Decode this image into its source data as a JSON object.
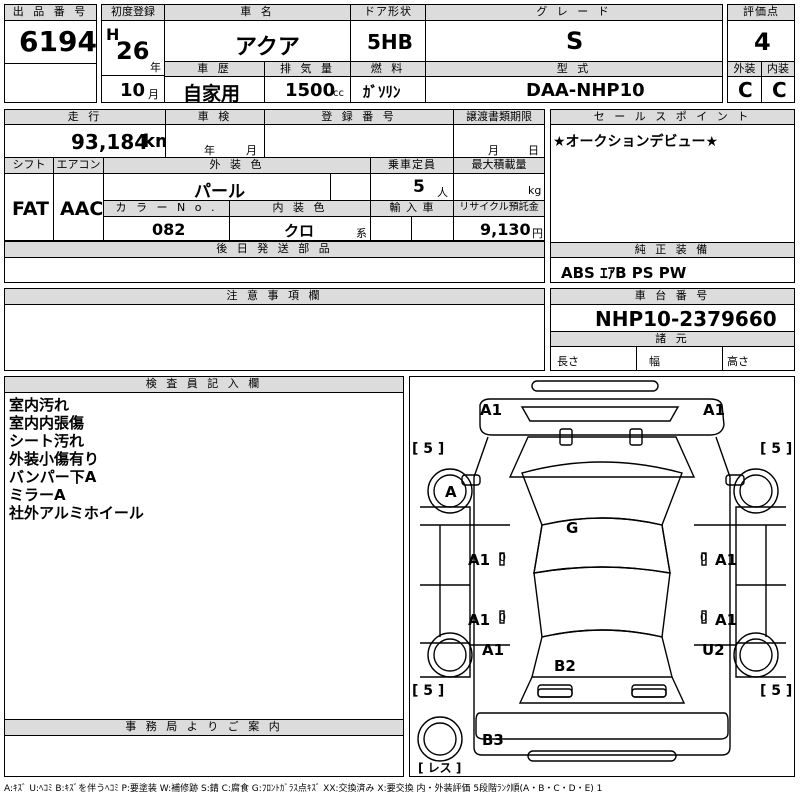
{
  "lot": {
    "label": "出 品 番 号",
    "value": "6194"
  },
  "first_reg": {
    "label": "初度登録",
    "era": "H",
    "year": "26",
    "year_unit": "年",
    "month": "10",
    "month_unit": "月"
  },
  "car_name": {
    "label": "車 名",
    "value": "アクア"
  },
  "door": {
    "label": "ドア形状",
    "value": "5HB"
  },
  "grade": {
    "label": "グ レ ー ド",
    "value": "S"
  },
  "rating": {
    "label": "評価点",
    "value": "4",
    "ext_label": "外装",
    "int_label": "内装",
    "ext_value": "C",
    "int_value": "C"
  },
  "history": {
    "label": "車 歴",
    "value": "自家用"
  },
  "displacement": {
    "label": "排 気 量",
    "value": "1500",
    "unit": "cc"
  },
  "fuel": {
    "label": "燃 料",
    "value": "ｶﾞｿﾘﾝ"
  },
  "model": {
    "label": "型 式",
    "value": "DAA-NHP10"
  },
  "mileage": {
    "label": "走 行",
    "value": "93,184",
    "unit": "km"
  },
  "inspection": {
    "label": "車 検",
    "year_unit": "年",
    "month_unit": "月"
  },
  "reg_number": {
    "label": "登 録 番 号"
  },
  "transfer_deadline": {
    "label": "譲渡書類期限",
    "month_unit": "月",
    "day_unit": "日"
  },
  "sales_point": {
    "label": "セ ー ル ス ポ イ ン ト",
    "value": "★オークションデビュー★"
  },
  "shift": {
    "label": "シフト",
    "value": "FAT"
  },
  "aircon": {
    "label": "エアコン",
    "value": "AAC"
  },
  "ext_color": {
    "label": "外 装 色",
    "value": "パール"
  },
  "capacity": {
    "label": "乗車定員",
    "value": "5",
    "unit": "人"
  },
  "max_load": {
    "label": "最大積載量",
    "unit": "kg"
  },
  "color_no": {
    "label": "カ ラ ー N o .",
    "value": "082"
  },
  "int_color": {
    "label": "内 装 色",
    "value": "クロ",
    "unit": "系"
  },
  "import": {
    "label": "輸 入 車"
  },
  "recycle": {
    "label": "リサイクル預託金",
    "value": "9,130",
    "unit": "円"
  },
  "later_parts": {
    "label": "後 日 発 送 部 品"
  },
  "genuine": {
    "label": "純 正 装 備",
    "value": "ABS ｴｱB PS PW"
  },
  "notes": {
    "label": "注 意 事 項 欄"
  },
  "chassis": {
    "label": "車 台 番 号",
    "value": "NHP10-2379660"
  },
  "specs": {
    "label": "諸 元",
    "length": "長さ",
    "width": "幅",
    "height": "高さ"
  },
  "inspector": {
    "label": "検 査 員 記 入 欄",
    "lines": [
      "室内汚れ",
      "室内内張傷",
      "シート汚れ",
      "外装小傷有り",
      "バンパー下A",
      "ミラーA",
      "社外アルミホイール"
    ]
  },
  "office": {
    "label": "事 務 局 よ り ご 案 内"
  },
  "diagram": {
    "a1_front_left": "A1",
    "a1_front_right": "A1",
    "tire_fl": "[ 5 ]",
    "tire_fr": "[ 5 ]",
    "tire_rl": "[ 5 ]",
    "tire_rr": "[ 5 ]",
    "mirror_left": "A",
    "roof": "G",
    "door_l1": "A1",
    "door_r1": "A1",
    "door_l2": "A1",
    "door_r2": "A1",
    "rear_l": "A1",
    "rear_r": "U2",
    "trunk": "B2",
    "bumper_rear": "B3",
    "spare": "[ レス ]",
    "marker_o": "0"
  },
  "legend": "A:ｷｽﾞ  U:ﾍｺﾐ  B:ｷｽﾞを伴うﾍｺﾐ  P:要塗装  W:補修跡  S:錆  C:腐食  G:ﾌﾛﾝﾄｶﾞﾗｽ点ｷｽﾞ  XX:交換済み  X:要交換   内・外装評価  5段階ﾗﾝｸ順(A・B・C・D・E) 1"
}
